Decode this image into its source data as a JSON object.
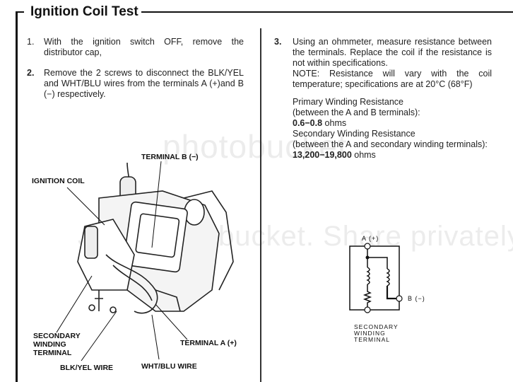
{
  "title": "Ignition Coil Test",
  "steps": [
    {
      "number": "1.",
      "text_line1": "With the ignition switch OFF, remove the",
      "text_line2": "distributor cap,"
    },
    {
      "number": "2.",
      "text_line1": "Remove the 2 screws to disconnect the BLK/YEL",
      "text_line2": "and WHT/BLU wires from the terminals A (+)and B",
      "text_line3": "(−) respectively."
    },
    {
      "number": "3.",
      "text_line1": "Using an ohmmeter, measure resistance between",
      "text_line2": "the terminals. Replace the coil if the resistance is",
      "text_line3": "not within specifications.",
      "note_line1": "NOTE: Resistance will vary with the coil",
      "note_line2": "temperature; specifications are at 20°C (68°F)"
    }
  ],
  "specs": {
    "primary_label": "Primary Winding Resistance",
    "primary_between": "(between the A and B terminals):",
    "primary_value": "0.6−0.8",
    "primary_unit": " ohms",
    "secondary_label": "Secondary Winding Resistance",
    "secondary_between": "(between the A and secondary winding terminals):",
    "secondary_value": "13,200−19,800",
    "secondary_unit": " ohms"
  },
  "diagram_labels": {
    "terminal_b": "TERMINAL B (−)",
    "ignition_coil": "IGNITION COIL",
    "secondary_1": "SECONDARY",
    "secondary_2": "WINDING",
    "secondary_3": "TERMINAL",
    "terminal_a": "TERMINAL A (+)",
    "blk_yel": "BLK/YEL WIRE",
    "wht_blu": "WHT/BLU WIRE"
  },
  "schematic_labels": {
    "a": "A (+)",
    "b": "B (−)",
    "sec_1": "SECONDARY",
    "sec_2": "WINDING",
    "sec_3": "TERMINAL"
  },
  "watermark": {
    "line1": "photobucket",
    "line2": "Join Photobucket. Share privately."
  }
}
